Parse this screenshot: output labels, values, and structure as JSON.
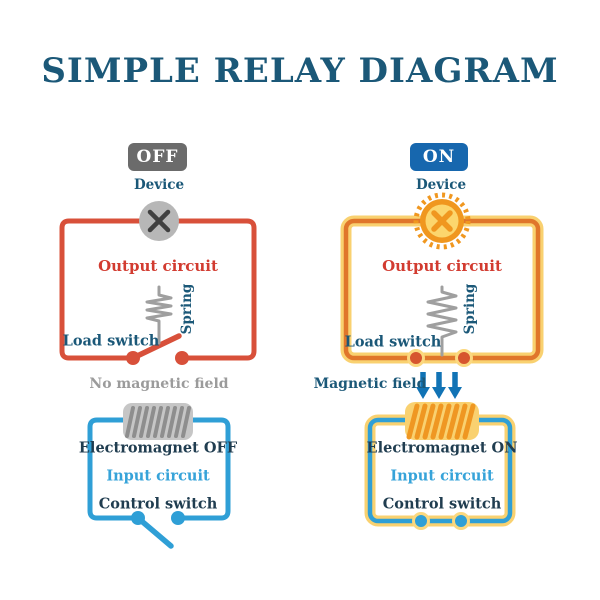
{
  "title": "SIMPLE RELAY DIAGRAM",
  "palette": {
    "title_blue": "#1b5878",
    "label_dark": "#203d50",
    "red_circuit": "#d8503a",
    "red_text": "#d23b30",
    "blue_circuit": "#2f9fd6",
    "input_text_blue": "#36a3d9",
    "orange_circuit": "#e0762b",
    "glow_yellow": "#f9d170",
    "bulb_yellow": "#fcd66d",
    "bulb_orange": "#f0971f",
    "gray_badge": "#6b6b6b",
    "blue_badge": "#1767ae",
    "spring_gray": "#9f9f9f",
    "muted_gray_text": "#9b9b9b",
    "arrow_blue": "#1173b5"
  },
  "off_panel": {
    "state_badge": "OFF",
    "device_label": "Device",
    "output_circuit_label": "Output circuit",
    "spring_label": "Spring",
    "load_switch_label": "Load switch",
    "field_label": "No magnetic field",
    "electromagnet_label": "Electromagnet OFF",
    "input_circuit_label": "Input circuit",
    "control_switch_label": "Control switch"
  },
  "on_panel": {
    "state_badge": "ON",
    "device_label": "Device",
    "output_circuit_label": "Output circuit",
    "spring_label": "Spring",
    "load_switch_label": "Load switch",
    "field_label": "Magnetic field",
    "electromagnet_label": "Electromagnet ON",
    "input_circuit_label": "Input circuit",
    "control_switch_label": "Control switch"
  }
}
